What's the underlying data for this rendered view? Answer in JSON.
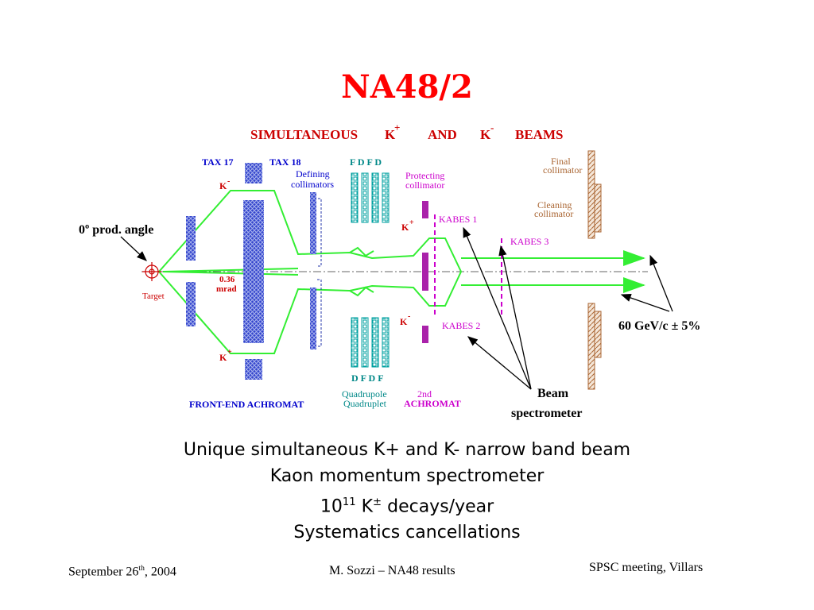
{
  "slide": {
    "title": "NA48/2",
    "bullets": [
      "Unique simultaneous K+ and K- narrow band beam",
      "Kaon momentum spectrometer",
      "10",
      "11",
      "K",
      "±",
      "decays/year",
      "Systematics cancellations"
    ],
    "footer": {
      "date_prefix": "September 26",
      "date_sup": "th",
      "date_suffix": ", 2004",
      "center": "M. Sozzi – NA48 results",
      "right": "SPSC meeting, Villars"
    }
  },
  "diagram": {
    "heading": {
      "part1": "SIMULTANEOUS",
      "kplus": "K",
      "plus": "+",
      "and": "AND",
      "kminus": "K",
      "minus": "-",
      "beams": "BEAMS"
    },
    "labels": {
      "tax17": "TAX 17",
      "tax18": "TAX 18",
      "defining1": "Defining",
      "defining2": "collimators",
      "fdfd": "F D F D",
      "dfdf": "D F D F",
      "protecting1": "Protecting",
      "protecting2": "collimator",
      "final1": "Final",
      "final2": "collimator",
      "cleaning1": "Cleaning",
      "cleaning2": "collimator",
      "prod_angle": "0º prod. angle",
      "target": "Target",
      "angle_value": "0.36",
      "angle_unit": "mrad",
      "kabes1": "KABES 1",
      "kabes2": "KABES 2",
      "kabes3": "KABES 3",
      "momentum": "60 GeV/c ± 5%",
      "beam1": "Beam",
      "beam2": "spectrometer",
      "front_end": "FRONT-END ACHROMAT",
      "quad1": "Quadrupole",
      "quad2": "Quadruplet",
      "second1": "2nd",
      "second2": "ACHROMAT",
      "k_label": "K",
      "k_minus_sign": "-",
      "k_plus_sign": "+"
    },
    "colors": {
      "title": "#ff0000",
      "beam": "#33ee33",
      "magnet": "#2233aa",
      "quad": "#00aaaa",
      "kabes": "#cc00cc",
      "collimator": "#aa6633",
      "text_blue": "#0000cc",
      "text_red": "#cc0000",
      "text_teal": "#008888",
      "text_brown": "#aa6633"
    }
  }
}
